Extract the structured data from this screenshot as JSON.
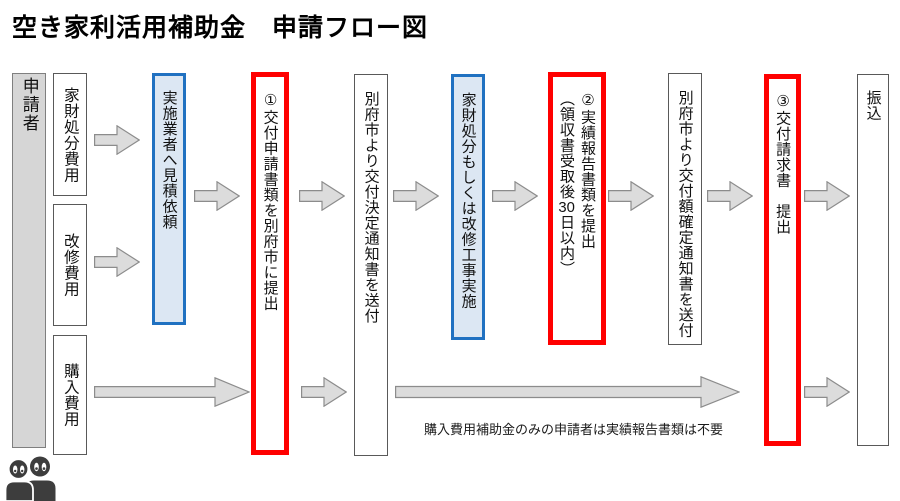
{
  "title": "空き家利活用補助金　申請フロー図",
  "applicant": {
    "label": "申請者"
  },
  "costs": [
    {
      "label": "家財処分費用"
    },
    {
      "label": "改修費用"
    },
    {
      "label": "購入費用"
    }
  ],
  "steps": {
    "estimate_request": "実施業者へ見積依頼",
    "step1_submit": "①交付申請書類を別府市に提出",
    "decision_notice": "別府市より交付決定通知書を送付",
    "implementation": "家財処分もしくは改修工事実施",
    "step2_report": "②実績報告書類を提出",
    "step2_deadline_pre": "（領収書受取後",
    "step2_deadline_num": "30",
    "step2_deadline_post": "日以内）",
    "amount_notice": "別府市より交付額確定通知書を送付",
    "step3_invoice": "③交付請求書　提出",
    "transfer": "振込"
  },
  "note": "購入費用補助金のみの申請者は実績報告書類は不要",
  "colors": {
    "highlight_border": "#ff0000",
    "process_border": "#2071c1",
    "process_fill": "#dce7f3",
    "neutral_fill": "#d6d6d6",
    "arrow_fill": "#dcdcdc"
  }
}
